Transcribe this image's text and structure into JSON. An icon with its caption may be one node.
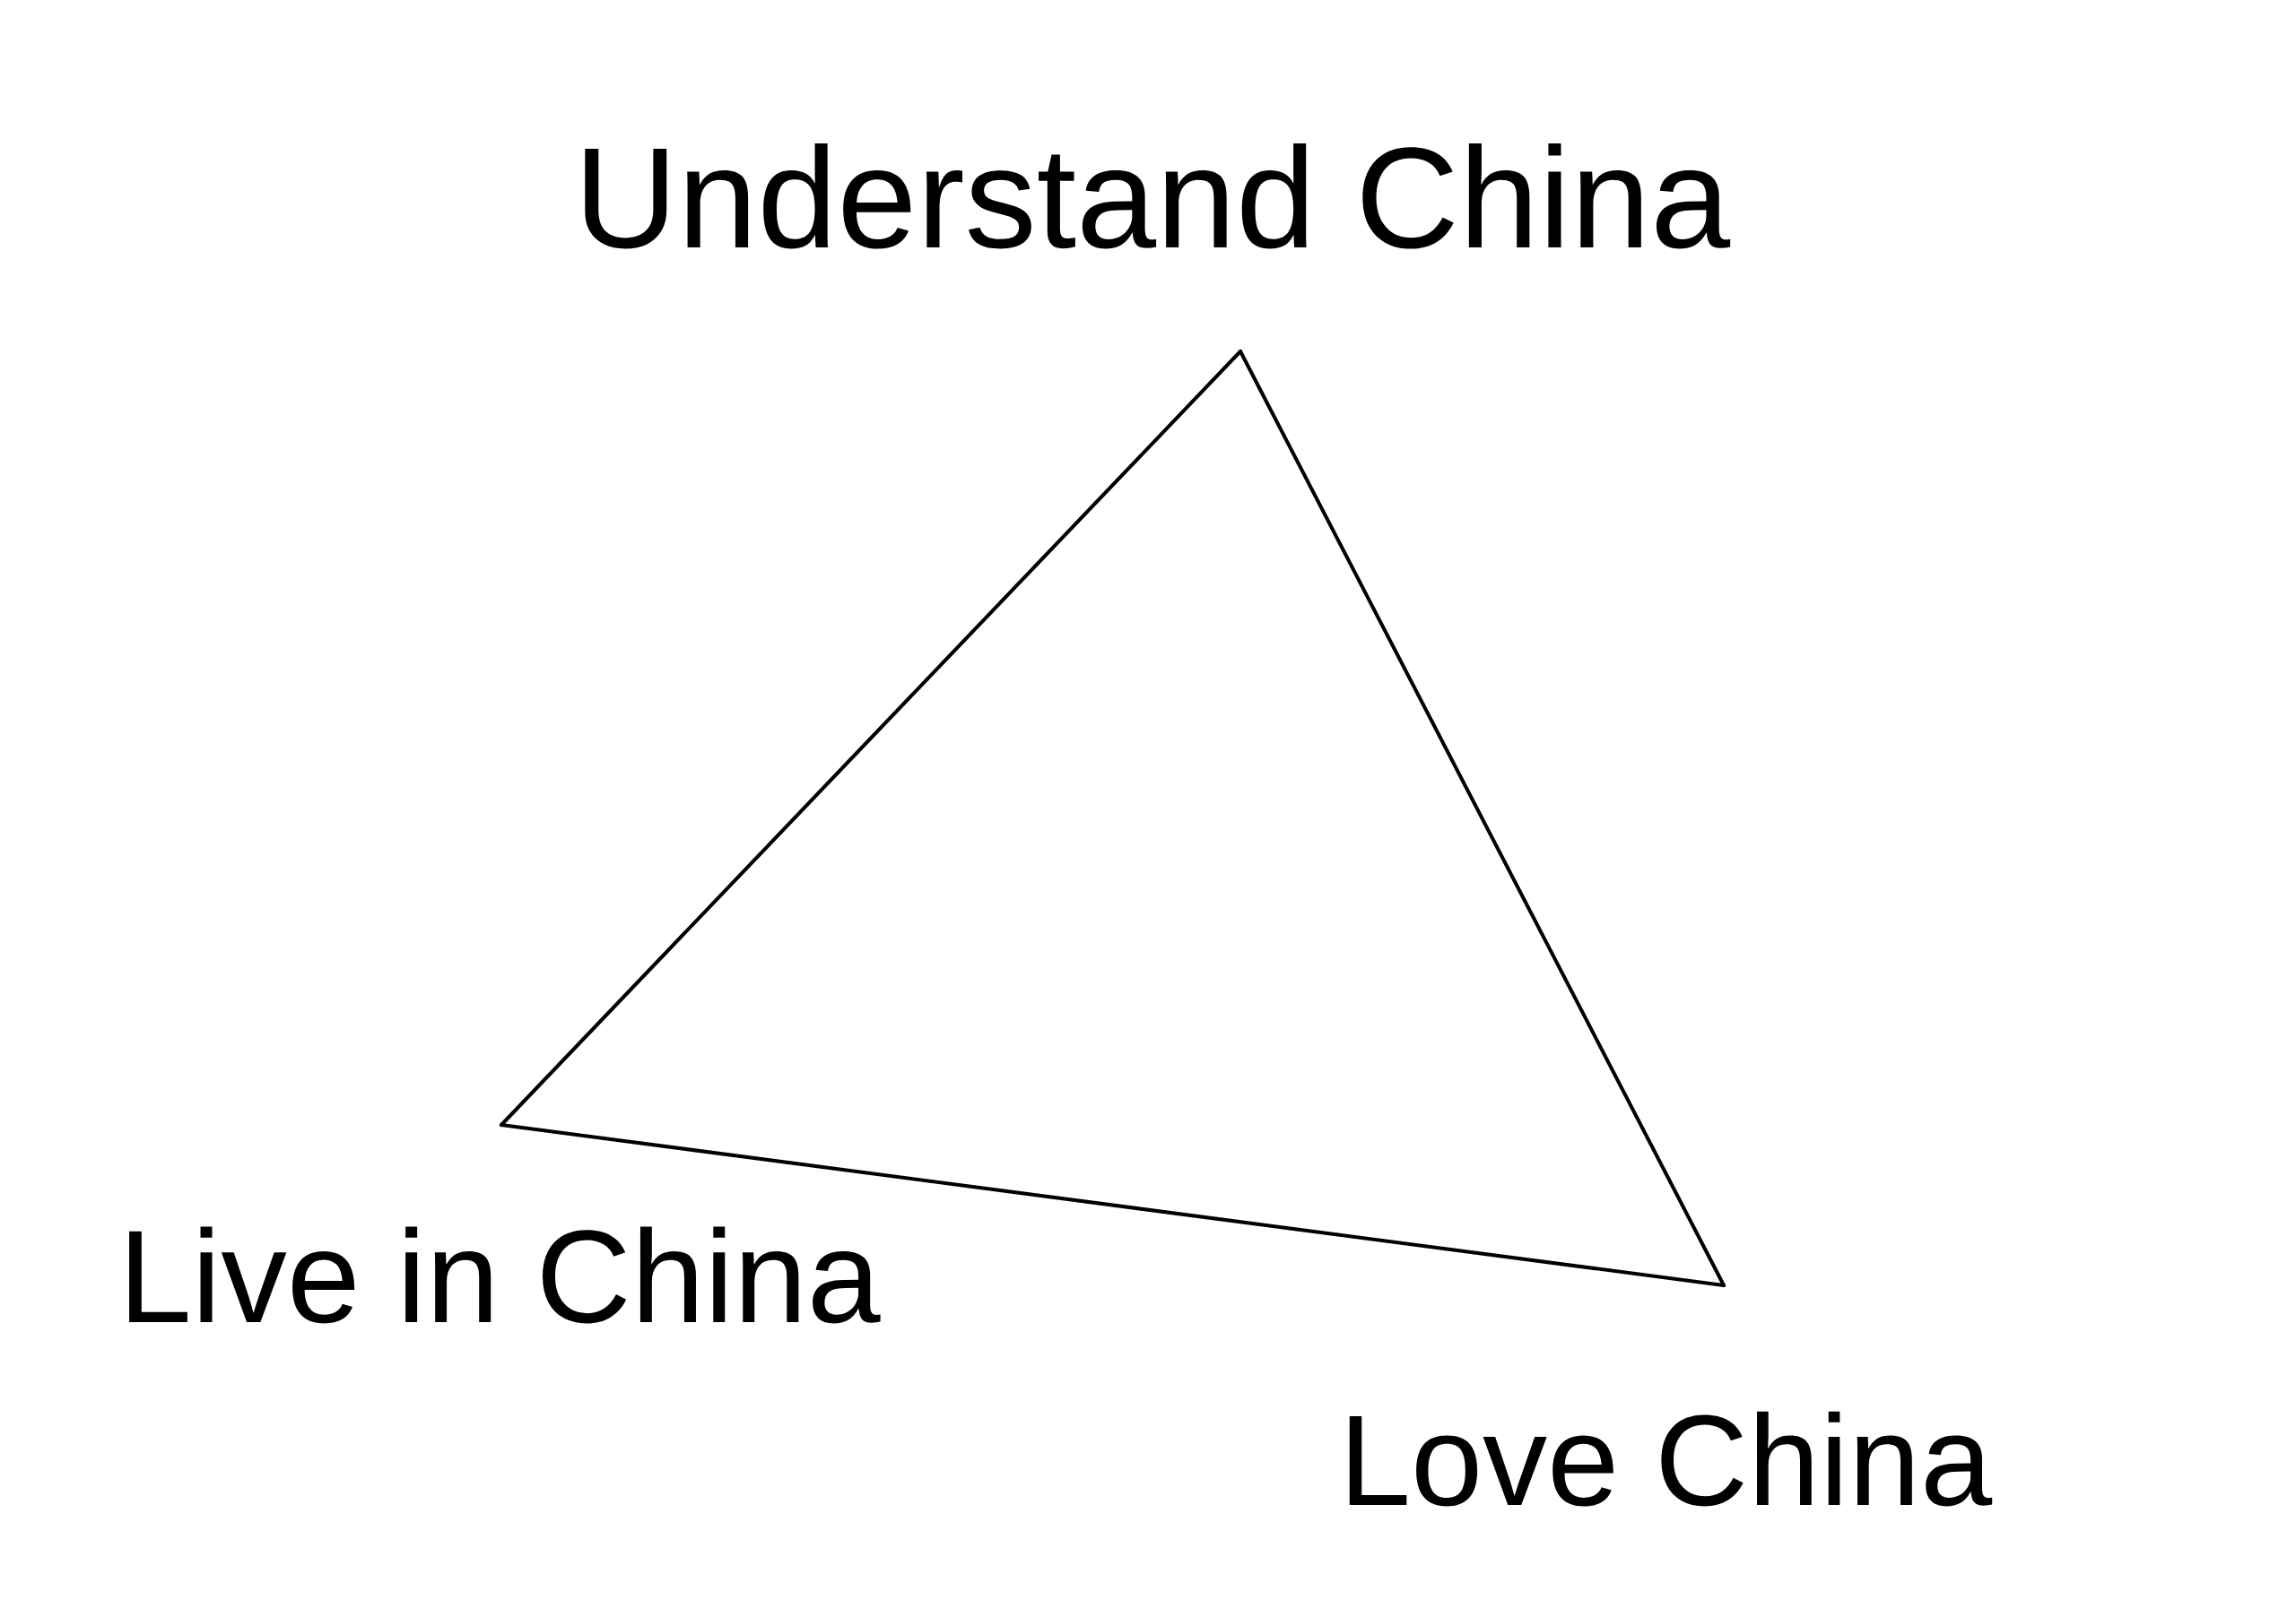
{
  "diagram": {
    "nodes": [
      {
        "text": [
          "Understand China"
        ]
      },
      {
        "text": [
          "Live in China"
        ]
      },
      {
        "text": [
          "Love China"
        ]
      }
    ],
    "edges": [
      {
        "from": 0,
        "to": 1,
        "arrow": "none"
      },
      {
        "from": 1,
        "to": 2,
        "arrow": "none"
      },
      {
        "from": 2,
        "to": 0,
        "arrow": "none"
      }
    ]
  }
}
